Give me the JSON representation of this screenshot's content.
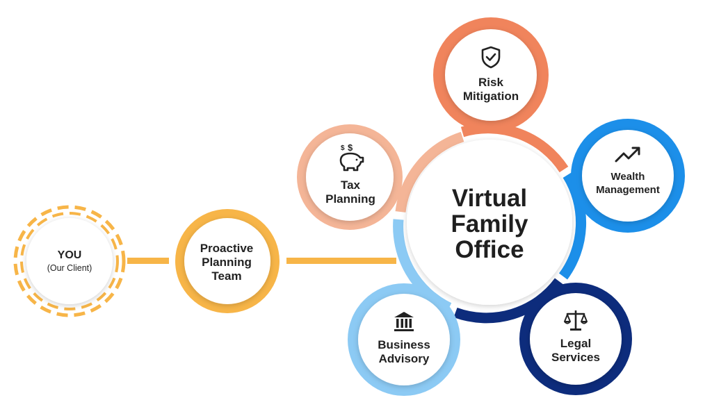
{
  "colors": {
    "you": "#f7b548",
    "proactive": "#f7b548",
    "connector": "#f7b548",
    "tax": "#f4b597",
    "risk": "#f0845c",
    "wealth": "#1c8fe9",
    "legal": "#0d2c7c",
    "business": "#8ccaf4",
    "text": "#222222"
  },
  "you": {
    "label": "YOU",
    "sublabel": "(Our Client)"
  },
  "proactive": {
    "line1": "Proactive",
    "line2": "Planning",
    "line3": "Team"
  },
  "center": {
    "line1": "Virtual",
    "line2": "Family",
    "line3": "Office"
  },
  "services": {
    "risk": {
      "line1": "Risk",
      "line2": "Mitigation",
      "icon": "shield-check-icon"
    },
    "tax": {
      "line1": "Tax",
      "line2": "Planning",
      "icon": "piggy-bank-icon"
    },
    "wealth": {
      "line1": "Wealth",
      "line2": "Management",
      "icon": "trend-up-icon"
    },
    "business": {
      "line1": "Business",
      "line2": "Advisory",
      "icon": "bank-building-icon"
    },
    "legal": {
      "line1": "Legal",
      "line2": "Services",
      "icon": "scales-icon"
    }
  }
}
